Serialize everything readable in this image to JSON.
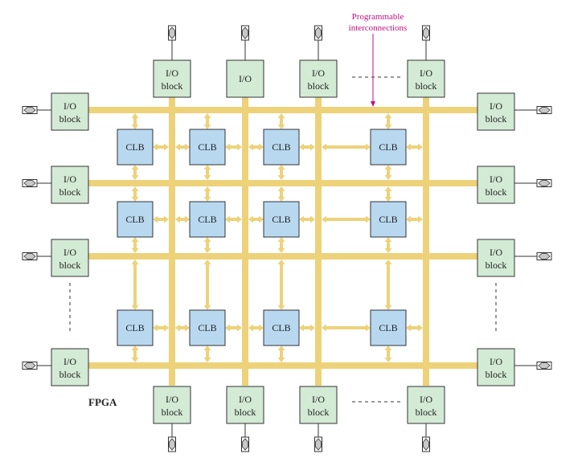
{
  "annotation": {
    "line1": "Programmable",
    "line2": "interconnections"
  },
  "fpga_label": "FPGA",
  "io_block": {
    "line1": "I/O",
    "line2": "block"
  },
  "top_io_single": "I/O",
  "clb_label": "CLB",
  "colors": {
    "bus": "#edd27a",
    "io_fill": "#d3ead5",
    "clb_fill": "#b8d8f0",
    "annotation": "#c0107f",
    "pad_fill": "#c8c8c8"
  }
}
